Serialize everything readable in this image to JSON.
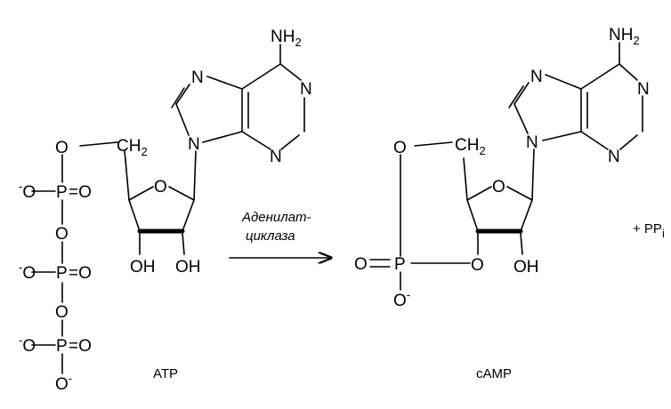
{
  "reactant": {
    "label": "ATP"
  },
  "product": {
    "label": "cAMP",
    "byproduct": "+ PP",
    "byproduct_sub": "i"
  },
  "enzyme": {
    "line1": "Аденилат-",
    "line2": "циклаза"
  },
  "atoms": {
    "N": "N",
    "NH": "NH",
    "two": "2",
    "O": "O",
    "P": "P",
    "CH": "CH",
    "OH": "OH",
    "minus": "-",
    "eq": "="
  }
}
